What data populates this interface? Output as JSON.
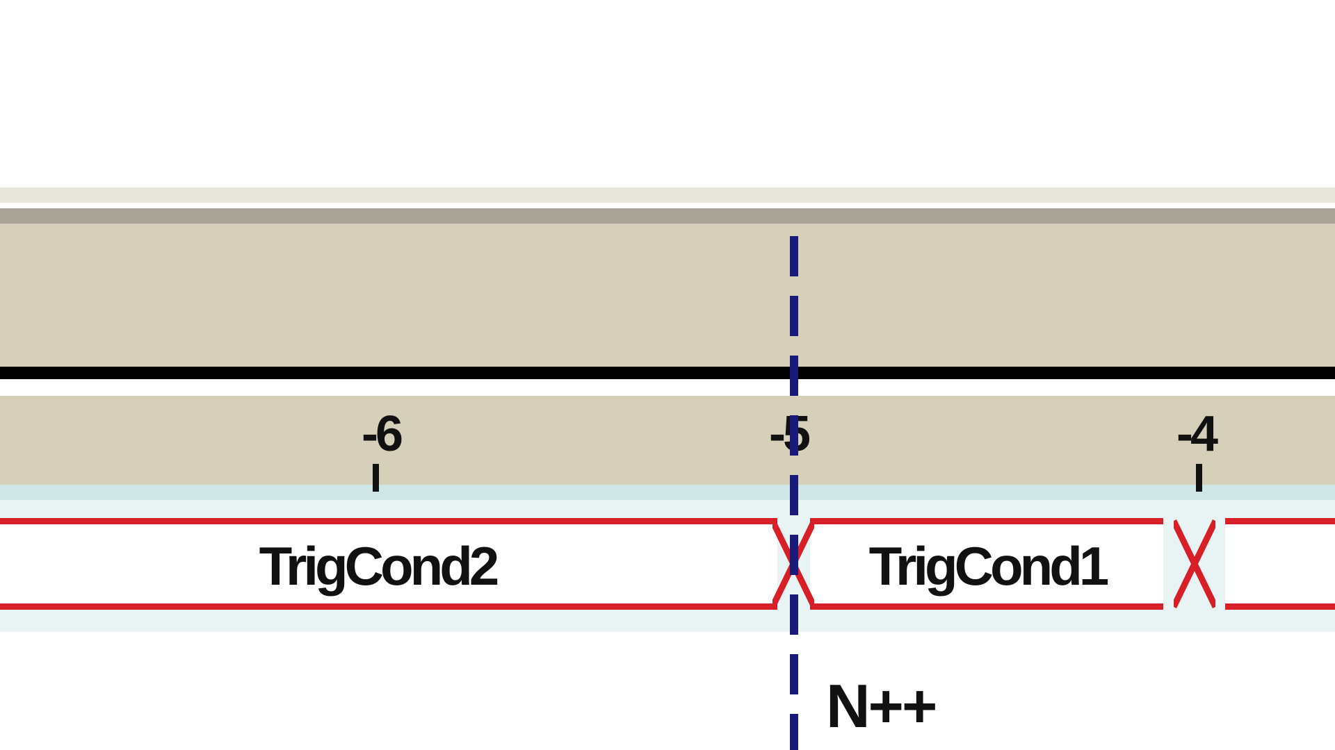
{
  "timeline": {
    "ticks": [
      {
        "label": "-6"
      },
      {
        "label": "-5"
      },
      {
        "label": "-4"
      }
    ]
  },
  "bus": {
    "segments": [
      {
        "label": "TrigCond2"
      },
      {
        "label": "TrigCond1"
      }
    ],
    "color": "#d61f26"
  },
  "cursor": {
    "label": "N++",
    "color": "#1a1a7a"
  },
  "colors": {
    "track_background": "#d6cfb9",
    "axis": "#000000"
  }
}
